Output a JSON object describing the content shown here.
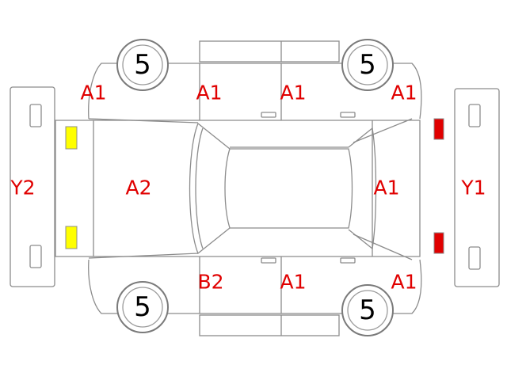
{
  "colors": {
    "code_text": "#e00000",
    "outline": "#8c8c8c",
    "lamp_front": "#ffff00",
    "lamp_rear": "#e00000"
  },
  "tires": {
    "front_left": "5",
    "front_right": "5",
    "rear_left": "5",
    "rear_right": "5"
  },
  "codes": {
    "front_left_fender": "A1",
    "left_front_door": "A1",
    "left_rear_door": "A1",
    "left_rear_quarter": "A1",
    "hood": "A2",
    "front_bumper": "Y2",
    "rear_panel": "A1",
    "rear_bumper": "Y1",
    "right_front_pillar": "B2",
    "right_rear_door": "A1",
    "right_rear_quarter": "A1"
  }
}
